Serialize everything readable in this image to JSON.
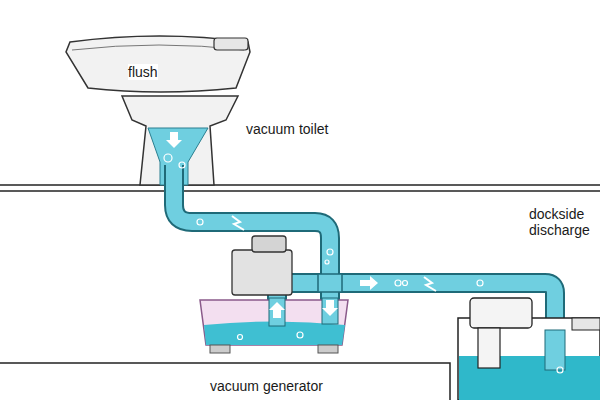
{
  "diagram": {
    "labels": [
      "flush",
      "vacuum toilet",
      "dockside discharge",
      "vacuum generator"
    ]
  }
}
